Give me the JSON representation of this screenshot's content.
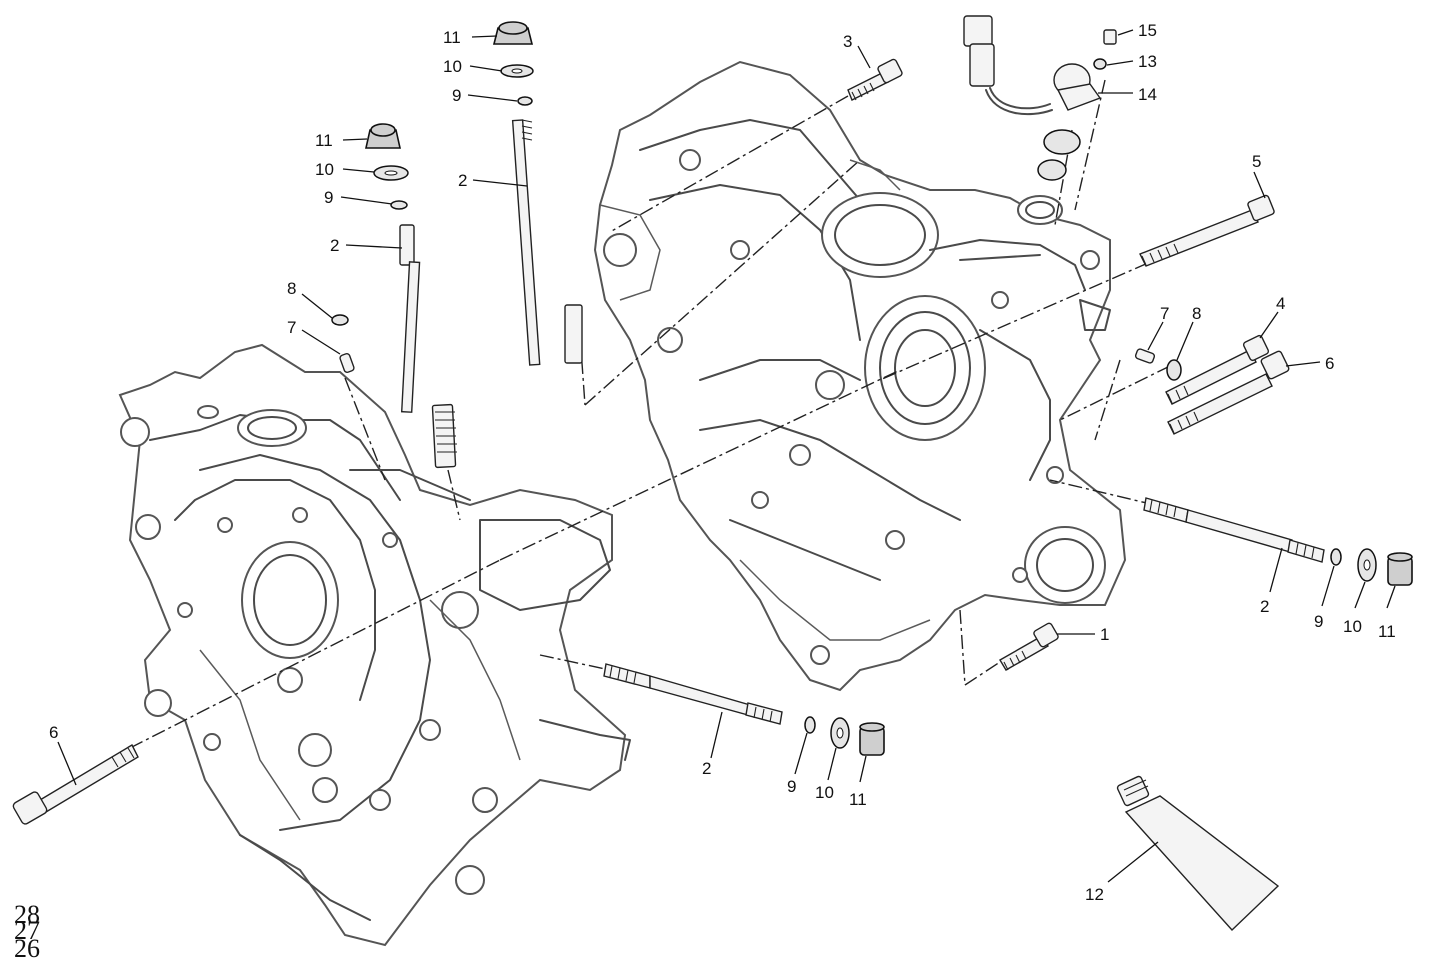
{
  "diagram": {
    "type": "exploded-parts-diagram",
    "subject": "engine crankcase halves",
    "callouts": {
      "c1": "1",
      "c2a": "2",
      "c2b": "2",
      "c2c": "2",
      "c2d": "2",
      "c3": "3",
      "c4": "4",
      "c5": "5",
      "c6a": "6",
      "c6b": "6",
      "c7a": "7",
      "c7b": "7",
      "c8a": "8",
      "c8b": "8",
      "c9a": "9",
      "c9b": "9",
      "c9c": "9",
      "c9d": "9",
      "c10a": "10",
      "c10b": "10",
      "c10c": "10",
      "c10d": "10",
      "c11a": "11",
      "c11b": "11",
      "c11c": "11",
      "c11d": "11",
      "c12": "12",
      "c13": "13",
      "c14": "14",
      "c15": "15"
    },
    "page_marks": [
      "28",
      "27",
      "26"
    ]
  }
}
